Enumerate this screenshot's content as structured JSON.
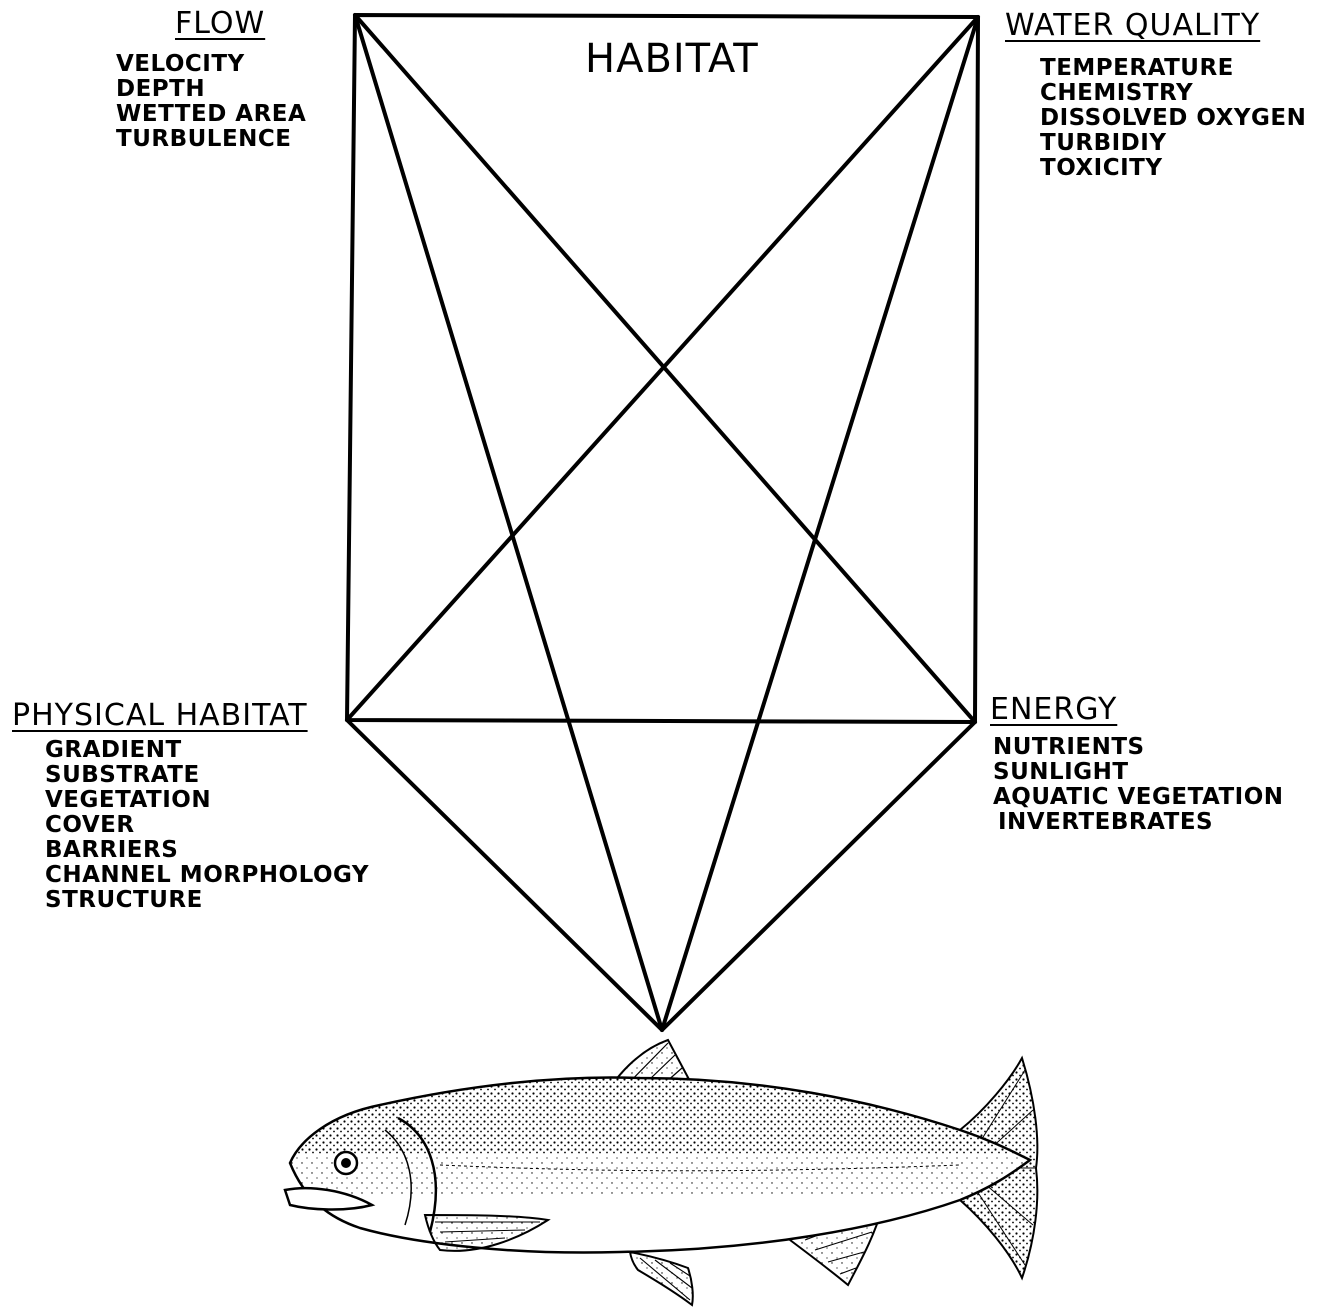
{
  "diagram": {
    "title": "HABITAT",
    "line_color": "#000000",
    "fish": "trout-illustration",
    "nodes": {
      "flow": {
        "heading": "FLOW",
        "items": [
          "VELOCITY",
          "DEPTH",
          "WETTED AREA",
          "TURBULENCE"
        ]
      },
      "water_quality": {
        "heading": "WATER QUALITY",
        "items": [
          "TEMPERATURE",
          "CHEMISTRY",
          "DISSOLVED OXYGEN",
          "TURBIDIY",
          "TOXICITY"
        ]
      },
      "physical_habitat": {
        "heading": "PHYSICAL HABITAT",
        "items": [
          "GRADIENT",
          "SUBSTRATE",
          "VEGETATION",
          "COVER",
          "BARRIERS",
          "CHANNEL MORPHOLOGY",
          "STRUCTURE"
        ]
      },
      "energy": {
        "heading": "ENERGY",
        "items": [
          "NUTRIENTS",
          "SUNLIGHT",
          "AQUATIC VEGETATION",
          "INVERTEBRATES"
        ]
      }
    }
  }
}
